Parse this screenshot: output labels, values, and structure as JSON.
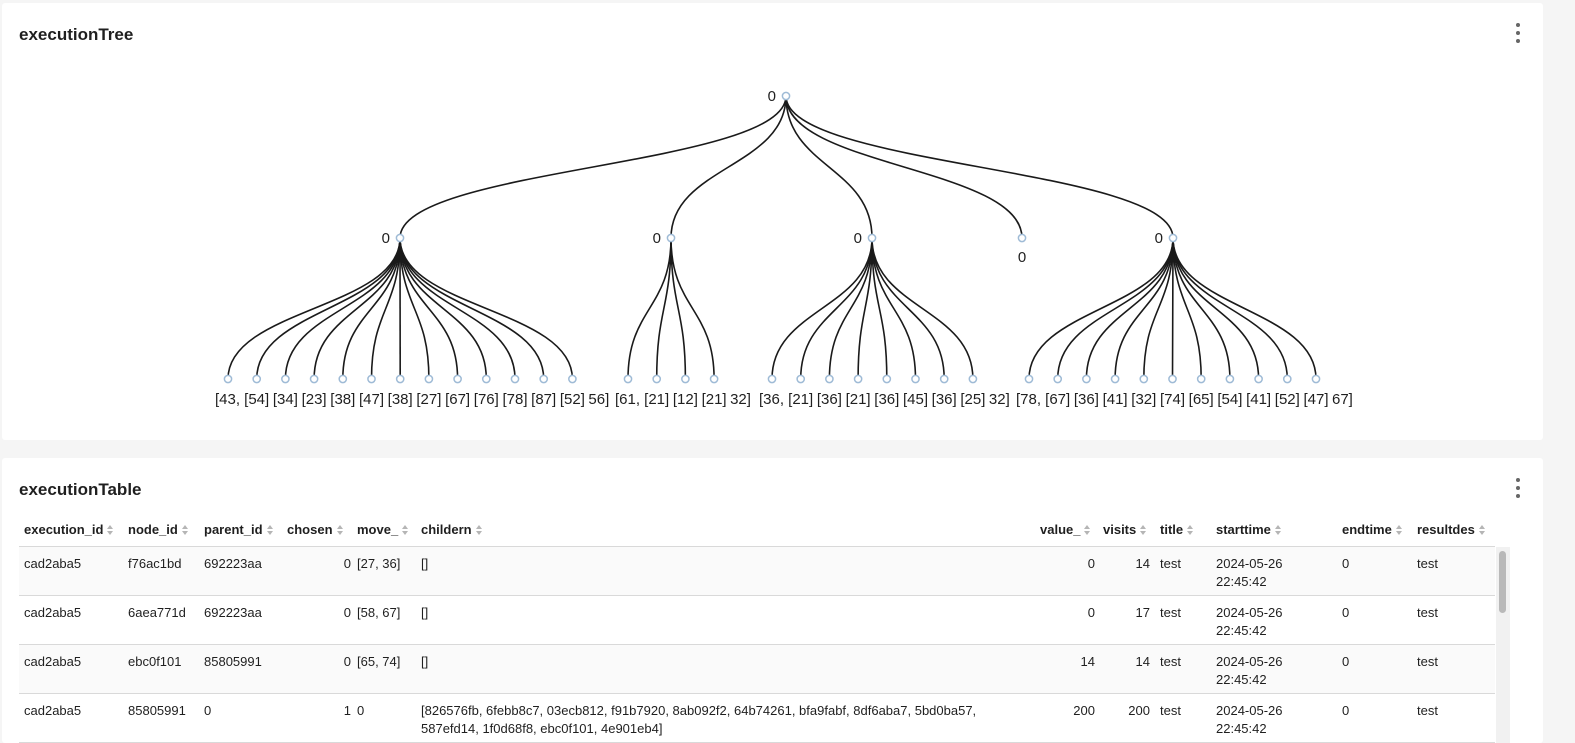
{
  "tree_panel": {
    "title": "executionTree"
  },
  "table_panel": {
    "title": "executionTable"
  },
  "tree": {
    "root_label": "0",
    "groups": [
      {
        "label": "0",
        "label_side": "left",
        "children": [
          "[43,",
          "[54]",
          "[34]",
          "[23]",
          "[38]",
          "[47]",
          "[38]",
          "[27]",
          "[67]",
          "[76]",
          "[78]",
          "[87]",
          "[52]"
        ],
        "trailing": "56]"
      },
      {
        "label": "0",
        "label_side": "left",
        "children": [
          "[61,",
          "[21]",
          "[12]",
          "[21]"
        ],
        "trailing": "32]"
      },
      {
        "label": "0",
        "label_side": "left",
        "children": [
          "[36,",
          "[21]",
          "[36]",
          "[21]",
          "[36]",
          "[45]",
          "[36]",
          "[25]"
        ],
        "trailing": "32]"
      },
      {
        "label": "0",
        "label_side": "below",
        "children": [],
        "trailing": ""
      },
      {
        "label": "0",
        "label_side": "left",
        "children": [
          "[78,",
          "[67]",
          "[36]",
          "[41]",
          "[32]",
          "[74]",
          "[65]",
          "[54]",
          "[41]",
          "[52]",
          "[47]"
        ],
        "trailing": "67]"
      }
    ]
  },
  "table": {
    "columns": [
      "execution_id",
      "node_id",
      "parent_id",
      "chosen",
      "move_",
      "childern",
      "value_",
      "visits",
      "title",
      "starttime",
      "endtime",
      "resultdes"
    ],
    "rows": [
      {
        "execution_id": "cad2aba5",
        "node_id": "f76ac1bd",
        "parent_id": "692223aa",
        "chosen": "0",
        "move_": "[27, 36]",
        "childern": "[]",
        "value_": "0",
        "visits": "14",
        "title": "test",
        "starttime": "2024-05-26 22:45:42",
        "endtime": "0",
        "resultdes": "test"
      },
      {
        "execution_id": "cad2aba5",
        "node_id": "6aea771d",
        "parent_id": "692223aa",
        "chosen": "0",
        "move_": "[58, 67]",
        "childern": "[]",
        "value_": "0",
        "visits": "17",
        "title": "test",
        "starttime": "2024-05-26 22:45:42",
        "endtime": "0",
        "resultdes": "test"
      },
      {
        "execution_id": "cad2aba5",
        "node_id": "ebc0f101",
        "parent_id": "85805991",
        "chosen": "0",
        "move_": "[65, 74]",
        "childern": "[]",
        "value_": "14",
        "visits": "14",
        "title": "test",
        "starttime": "2024-05-26 22:45:42",
        "endtime": "0",
        "resultdes": "test"
      },
      {
        "execution_id": "cad2aba5",
        "node_id": "85805991",
        "parent_id": "0",
        "chosen": "1",
        "move_": "0",
        "childern": "[826576fb, 6febb8c7, 03ecb812, f91b7920, 8ab092f2, 64b74261, bfa9fabf, 8df6aba7, 5bd0ba57, 587efd14, 1f0d68f8, ebc0f101, 4e901eb4]",
        "value_": "200",
        "visits": "200",
        "title": "test",
        "starttime": "2024-05-26 22:45:42",
        "endtime": "0",
        "resultdes": "test"
      }
    ]
  }
}
